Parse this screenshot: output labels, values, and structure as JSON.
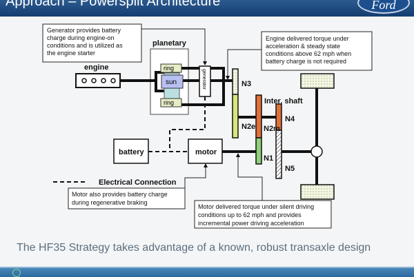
{
  "header": {
    "title": "Approach – Powersplit Architecture",
    "logo_text": "Ford"
  },
  "diagram": {
    "callouts": {
      "generator": [
        "Generator provides battery",
        "charge during engine-on",
        "conditions and is utilized as",
        "the engine starter"
      ],
      "engine": [
        "Engine delivered torque under",
        "acceleration & steady state",
        "conditions above 62 mph when",
        "battery charge is not required"
      ],
      "motor_regen": [
        "Motor also provides battery charge",
        "during regenerative braking"
      ],
      "motor_torque": [
        "Motor delivered torque under silent driving",
        "conditions up to 62 mph and provides",
        "incremental power driving acceleration"
      ]
    },
    "labels": {
      "planetary": "planetary",
      "engine": "engine",
      "ring_top": "ring",
      "sun": "sun",
      "ring_bottom": "ring",
      "generator": "generator",
      "battery": "battery",
      "motor": "motor",
      "inter_shaft": "Inter. shaft",
      "n3": "N3",
      "n2e": "N2e",
      "n2m": "N2m",
      "n4": "N4",
      "n1": "N1",
      "n5": "N5"
    },
    "legend": {
      "electrical": "Electrical Connection"
    },
    "colors": {
      "ring": "#e6ecc6",
      "sun": "#b8c0f2",
      "pin": "#b9dfe2",
      "gear_green": "#8fd07a",
      "gear_yellow": "#d8e87a",
      "gear_orange": "#e0703a"
    }
  },
  "footer": {
    "strategy": "The HF35 Strategy takes advantage of a known, robust transaxle design"
  }
}
